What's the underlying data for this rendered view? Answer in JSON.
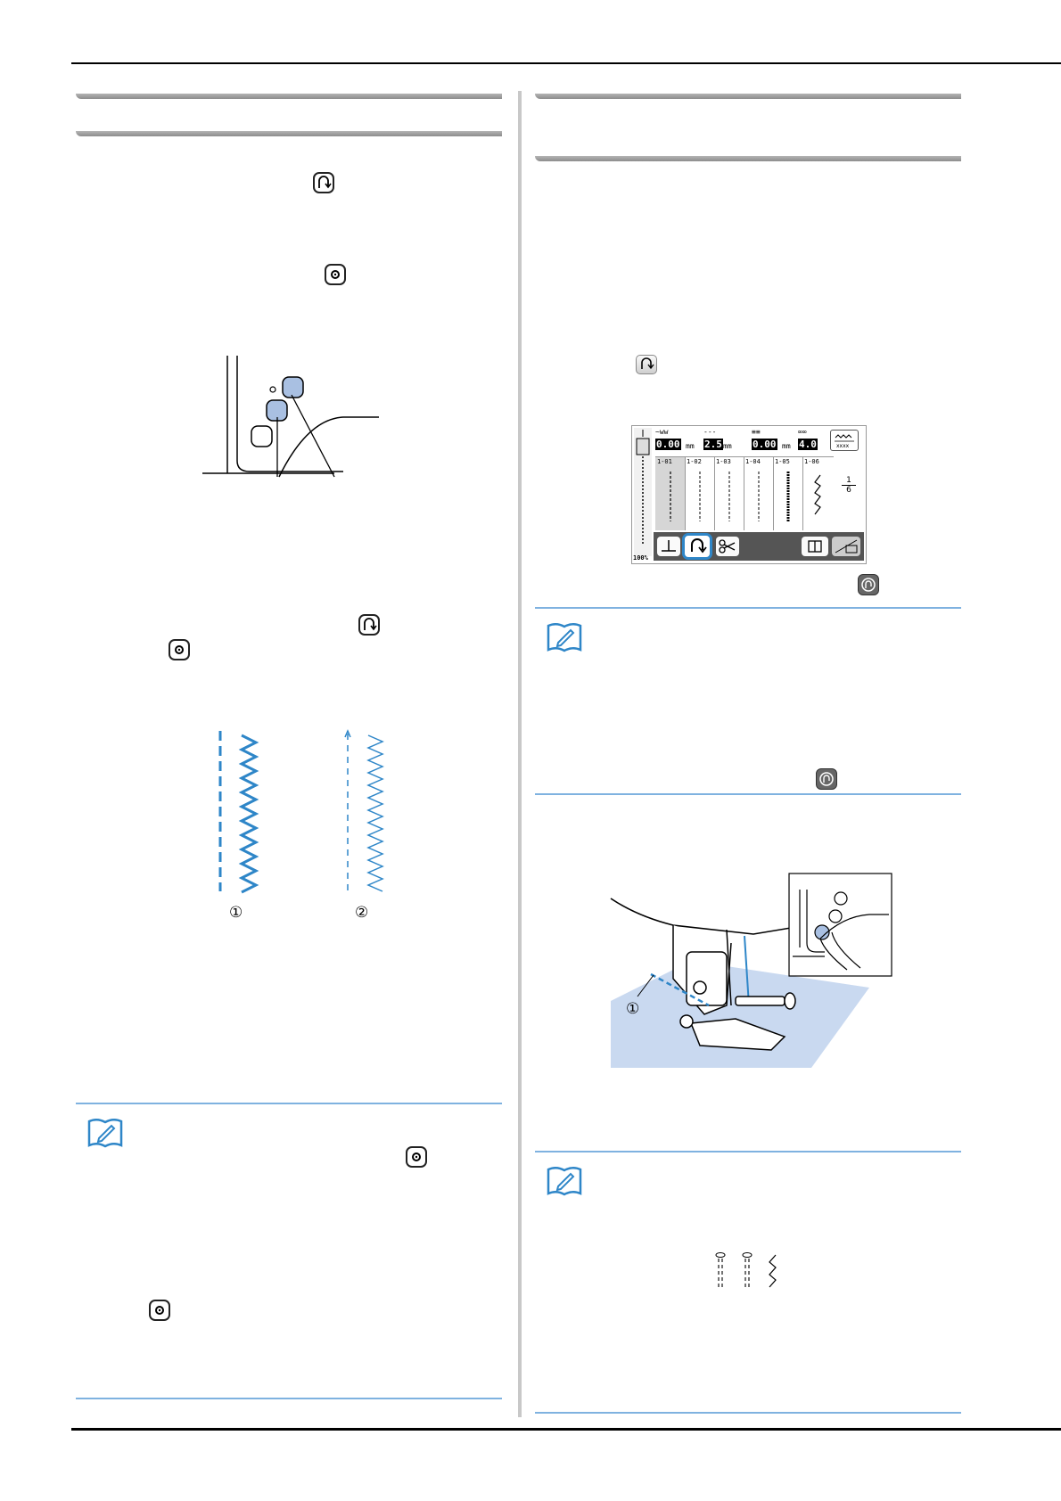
{
  "labels": {
    "circled_1": "①",
    "circled_2": "②",
    "callout_1": "①"
  },
  "lcd": {
    "width_value": "0.00",
    "length_value": "2.5",
    "unit": "mm",
    "offset_value": "0.00",
    "tension_value": "4.0",
    "stitch_codes": [
      "1-01",
      "1-02",
      "1-03",
      "1-04",
      "1-05",
      "1-06"
    ],
    "page_numerator": "1",
    "page_denominator": "6",
    "zoom": "100%"
  },
  "icons": {
    "reverse": "reverse-stitch-icon",
    "reinforce": "reinforcement-stitch-icon",
    "note": "memo-book-icon",
    "lock": "locking-stitch-icon"
  },
  "colors": {
    "accent_blue": "#2e86c8",
    "button_fill": "#a9c0e2",
    "note_rule": "#7fb2e0"
  }
}
